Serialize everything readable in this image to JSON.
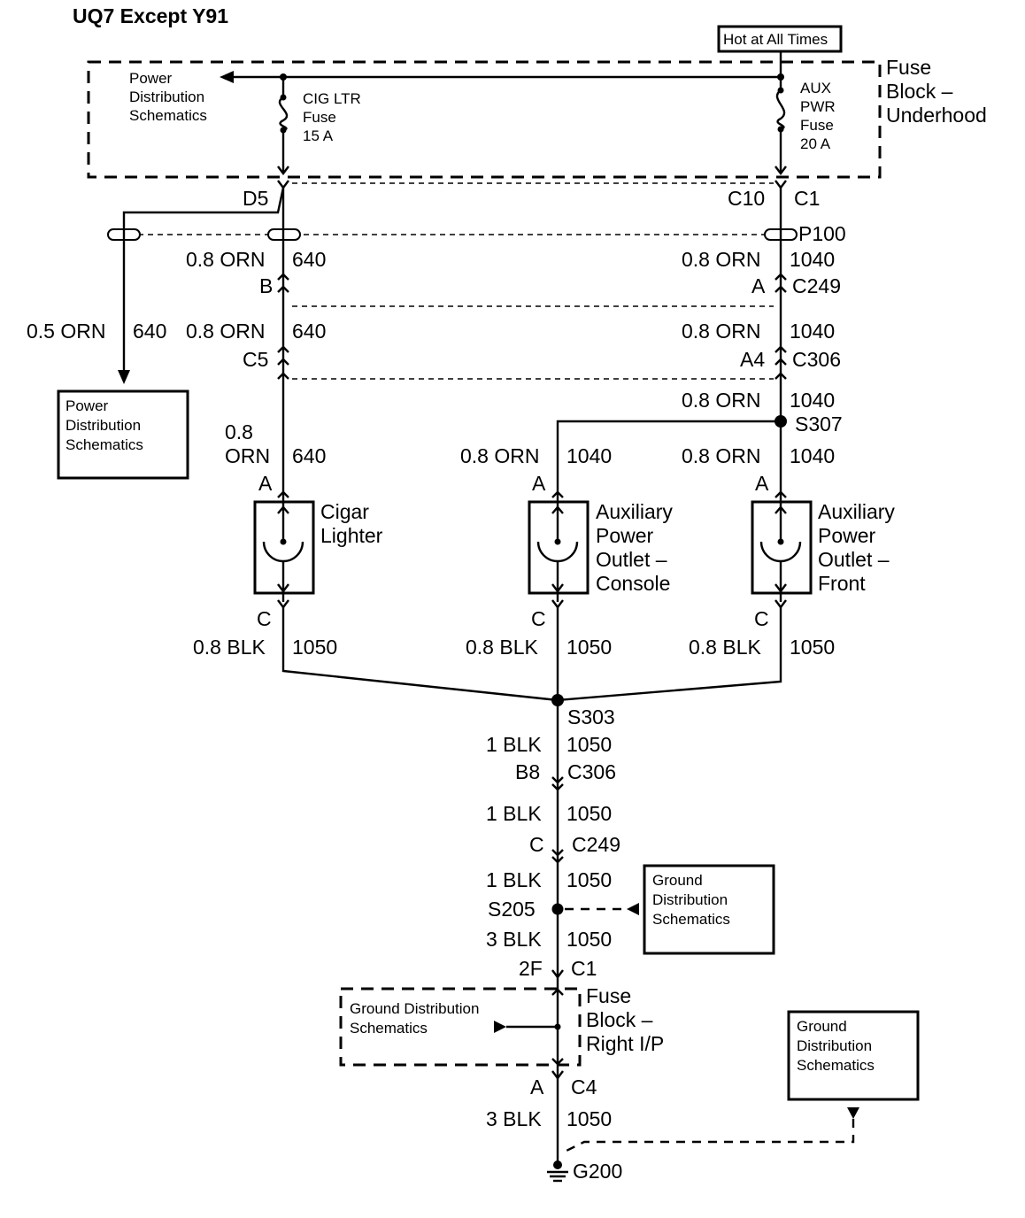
{
  "title": "UQ7 Except Y91",
  "hot_label": "Hot at All Times",
  "fuse_block_underhood": [
    "Fuse",
    "Block –",
    "Underhood"
  ],
  "pds_top": [
    "Power",
    "Distribution",
    "Schematics"
  ],
  "cig_fuse": [
    "CIG LTR",
    "Fuse",
    "15 A"
  ],
  "aux_fuse": [
    "AUX",
    "PWR",
    "Fuse",
    "20 A"
  ],
  "conn": {
    "d5": "D5",
    "c10": "C10",
    "c1": "C1",
    "p100": "P100",
    "b": "B",
    "a": "A",
    "c249": "C249",
    "c5": "C5",
    "a4": "A4",
    "c306": "C306",
    "s307": "S307",
    "s303": "S303",
    "b8": "B8",
    "c": "C",
    "s205": "S205",
    "f2": "2F",
    "c4": "C4",
    "g200": "G200"
  },
  "wire": {
    "orn08": "0.8 ORN",
    "orn05": "0.5 ORN",
    "num640": "640",
    "num1040": "1040",
    "orn08_a": "0.8",
    "orn08_b": "ORN",
    "blk08": "0.8 BLK",
    "blk1": "1 BLK",
    "blk3": "3 BLK",
    "num1050": "1050"
  },
  "pds_left": [
    "Power",
    "Distribution",
    "Schematics"
  ],
  "components": {
    "cigar": [
      "Cigar",
      "Lighter"
    ],
    "console": [
      "Auxiliary",
      "Power",
      "Outlet –",
      "Console"
    ],
    "front": [
      "Auxiliary",
      "Power",
      "Outlet –",
      "Front"
    ]
  },
  "gds_right": [
    "Ground",
    "Distribution",
    "Schematics"
  ],
  "gds_inner": [
    "Ground Distribution",
    "Schematics"
  ],
  "fuse_block_rip": [
    "Fuse",
    "Block –",
    "Right I/P"
  ],
  "gds_bottom": [
    "Ground",
    "Distribution",
    "Schematics"
  ]
}
